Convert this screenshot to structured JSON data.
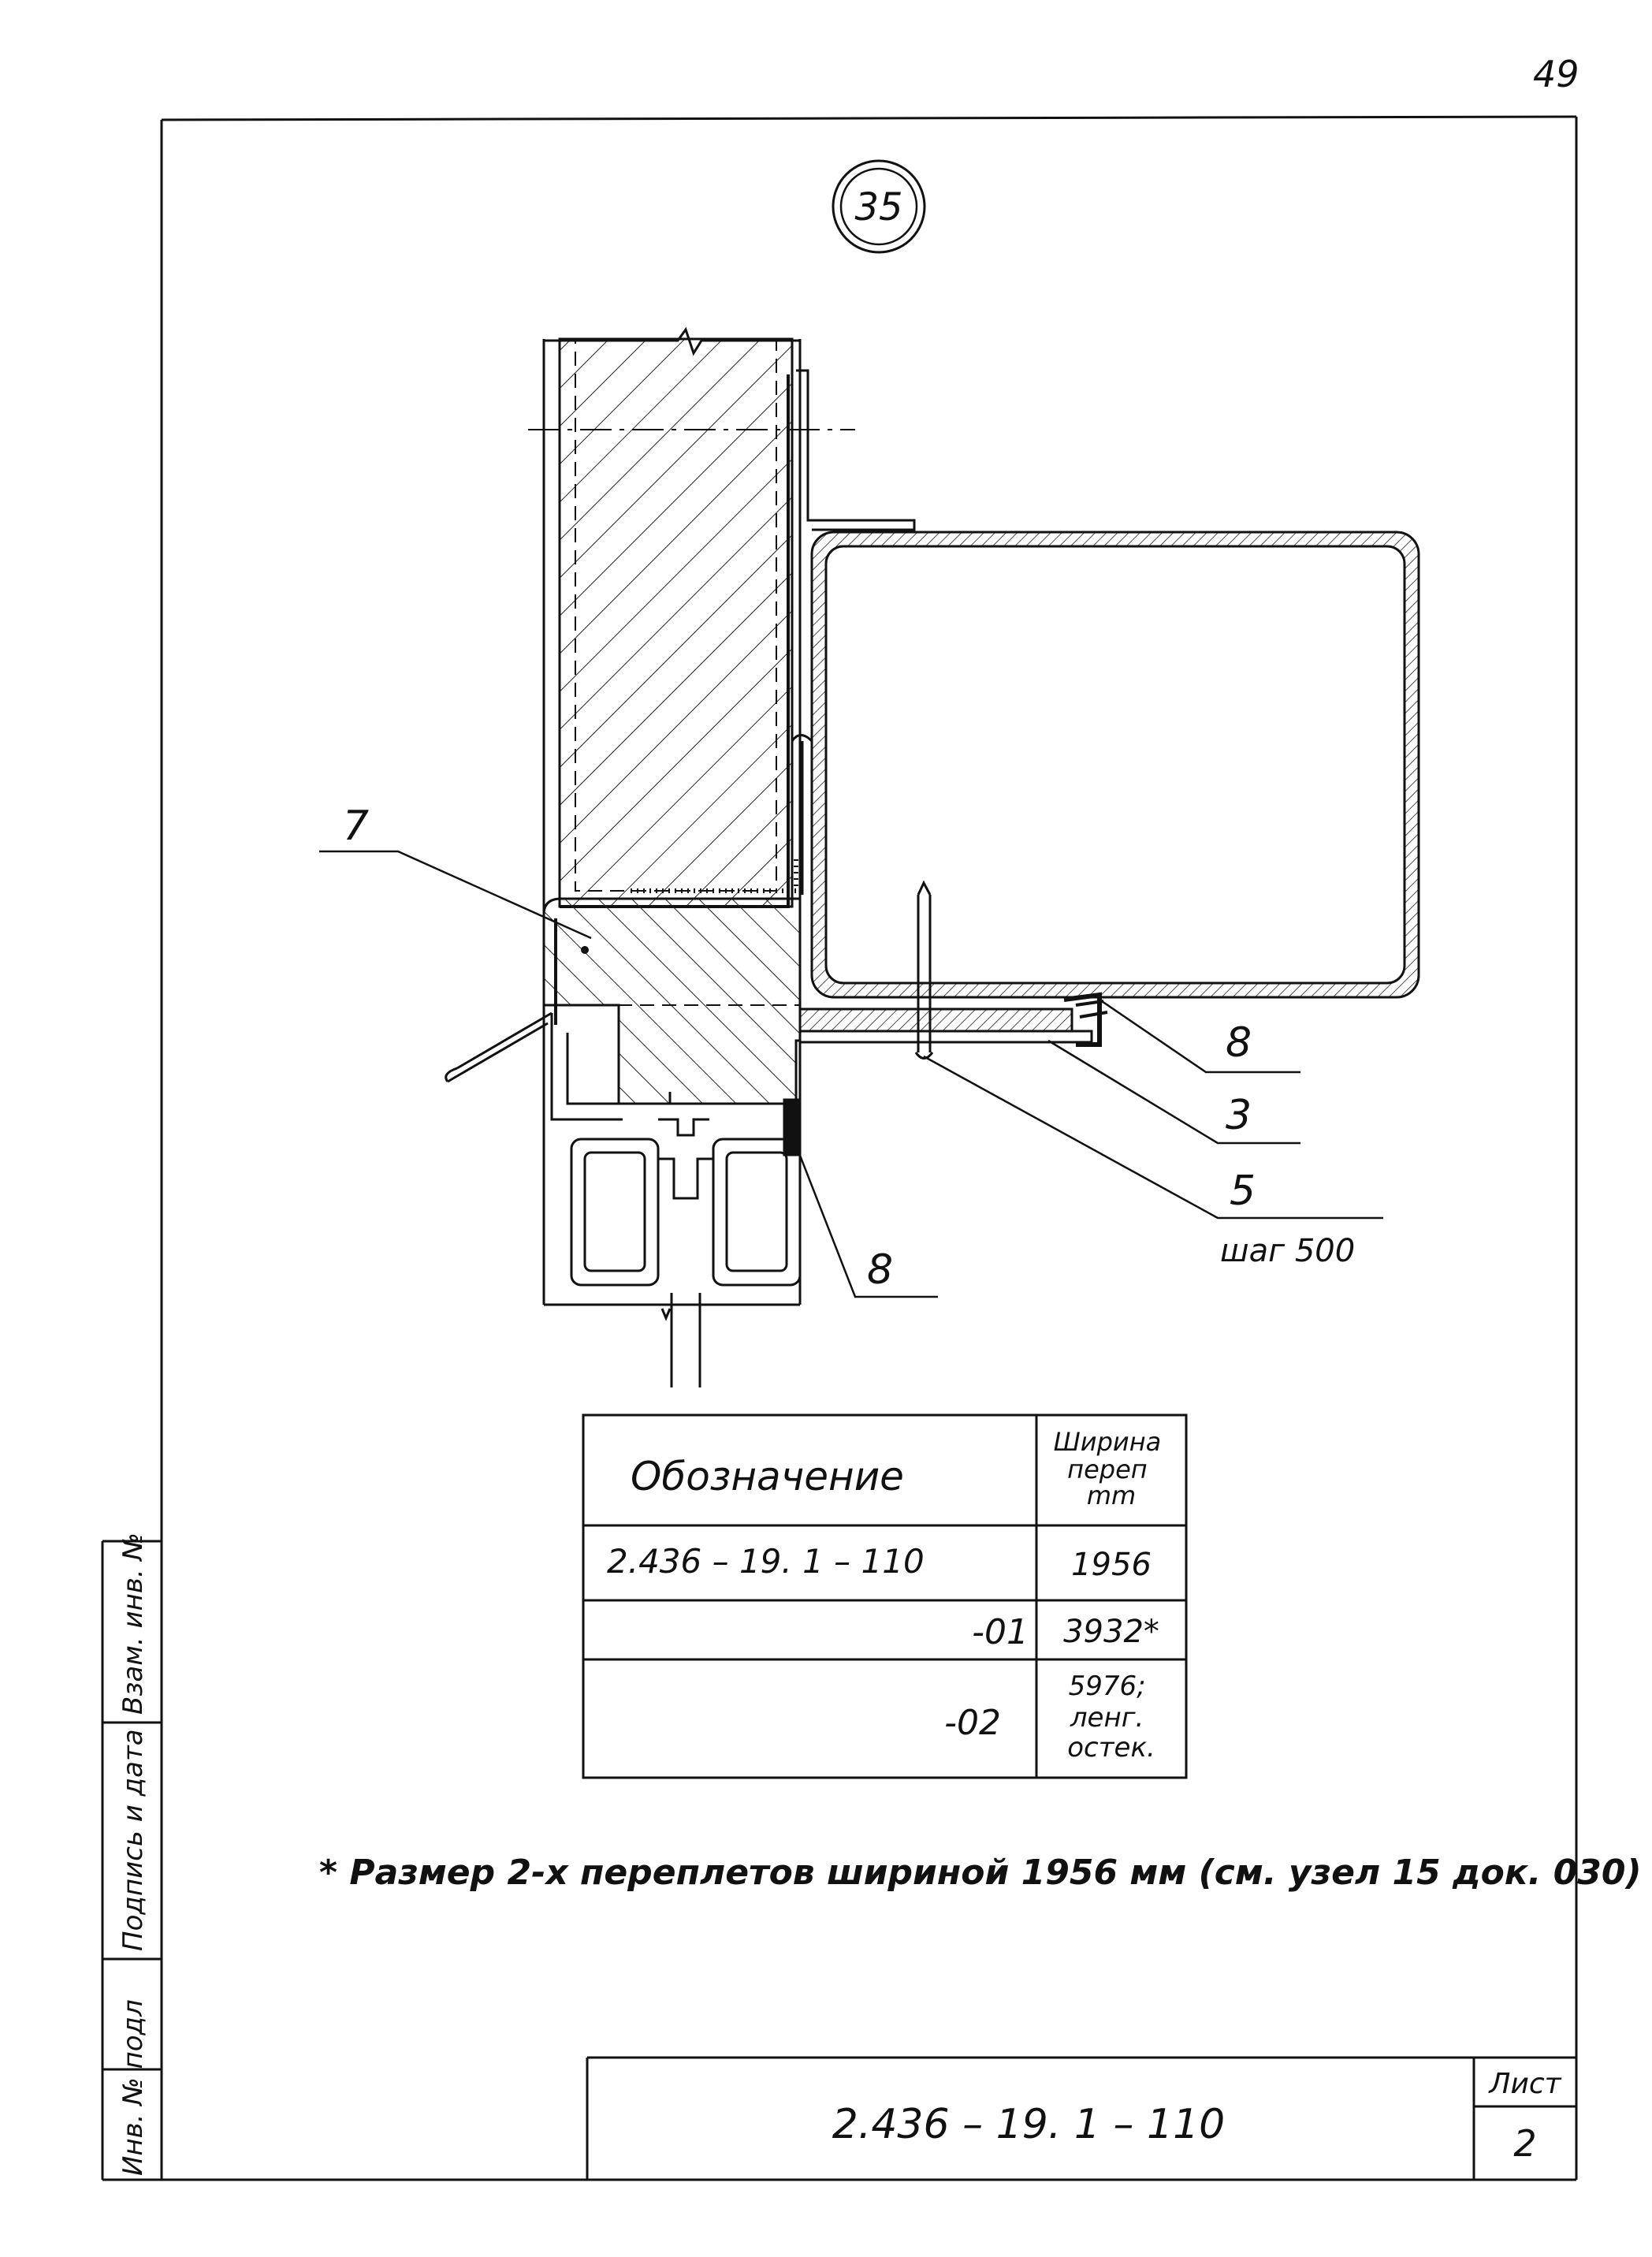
{
  "page_number": "49",
  "node_number": "35",
  "callouts": {
    "c7": "7",
    "c8_top": "8",
    "c3": "3",
    "c5": "5",
    "c5_note": "шаг 500",
    "c8_bottom": "8"
  },
  "spec_table": {
    "header": [
      "Обозначение",
      "Ширина\nпереп\nmm"
    ],
    "header_width_lines": [
      "Ширина",
      "переп",
      "mm"
    ],
    "rows": [
      {
        "designation": "2.436 – 19. 1 – 110",
        "width": "1956"
      },
      {
        "designation": "-01",
        "width": "3932*"
      },
      {
        "designation": "-02",
        "width_lines": [
          "5976;",
          "ленг.",
          "остек."
        ]
      }
    ]
  },
  "footnote": "* Размер 2-х переплетов шириной 1956 мм (см. узел 15 док. 030)",
  "title_block": {
    "document_code": "2.436 – 19. 1 – 110",
    "sheet_label": "Лист",
    "sheet_number": "2"
  },
  "side_stamp": {
    "inv_no_orig": "Инв. № подл",
    "signature_date": "Подпись и дата",
    "replace_inv": "Взам. инв. №"
  }
}
